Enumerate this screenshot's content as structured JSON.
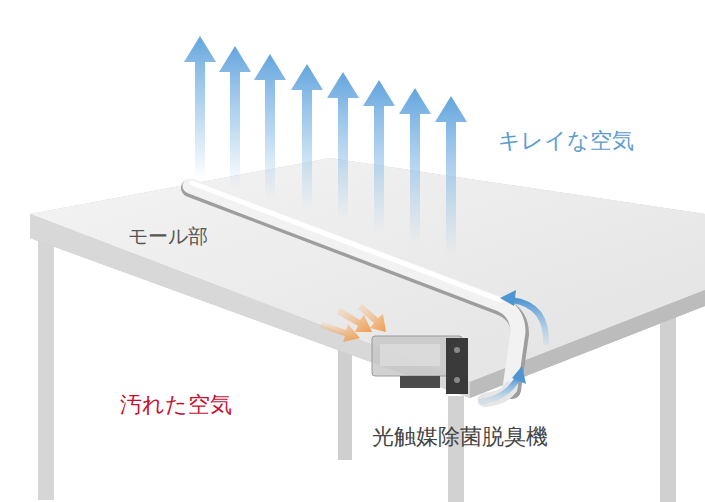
{
  "diagram": {
    "labels": [
      "キレイな空気",
      "モール部",
      "汚れた空気",
      "光触媒除菌脱臭機"
    ]
  }
}
